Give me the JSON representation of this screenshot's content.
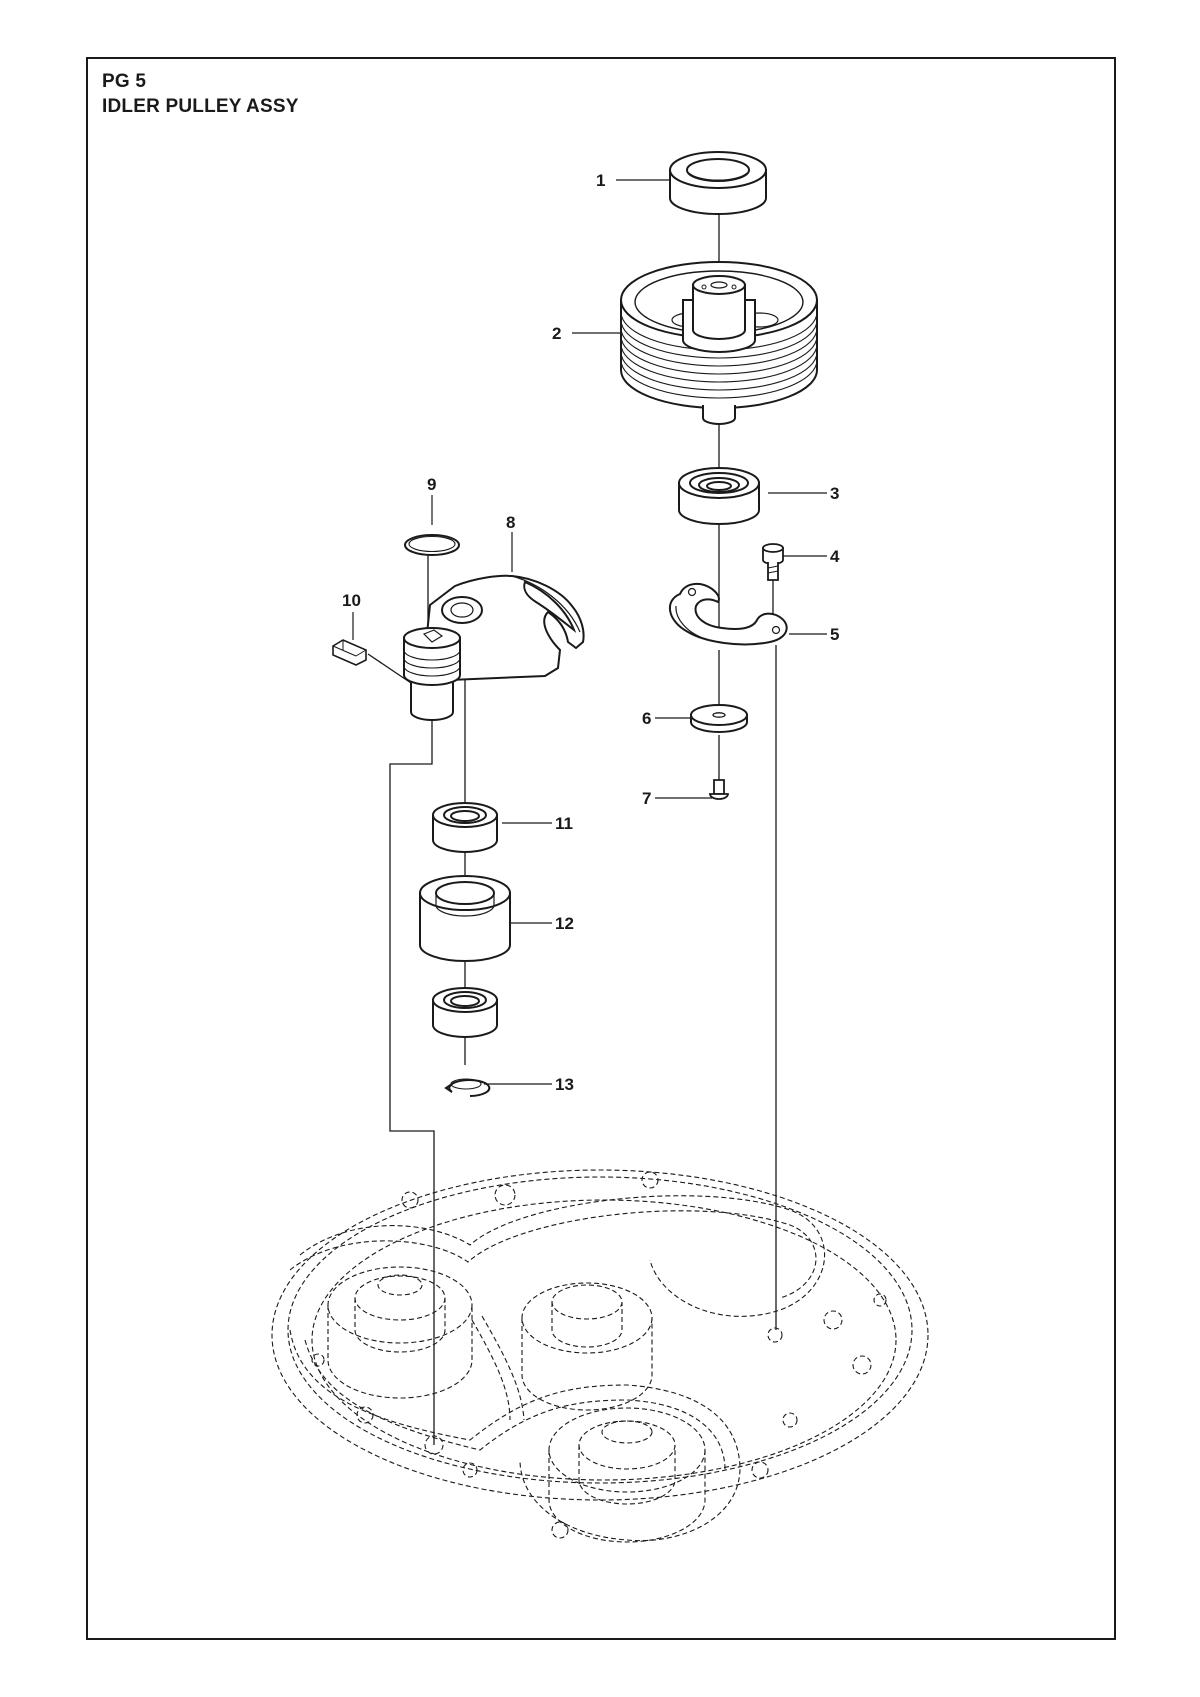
{
  "header": {
    "page_code": "PG 5",
    "title": "IDLER PULLEY ASSY"
  },
  "callouts": [
    "1",
    "2",
    "3",
    "4",
    "5",
    "6",
    "7",
    "8",
    "9",
    "10",
    "11",
    "12",
    "13"
  ],
  "colors": {
    "ink": "#1a1a1a",
    "part_fill": "#ffffff",
    "background": "#ffffff"
  }
}
